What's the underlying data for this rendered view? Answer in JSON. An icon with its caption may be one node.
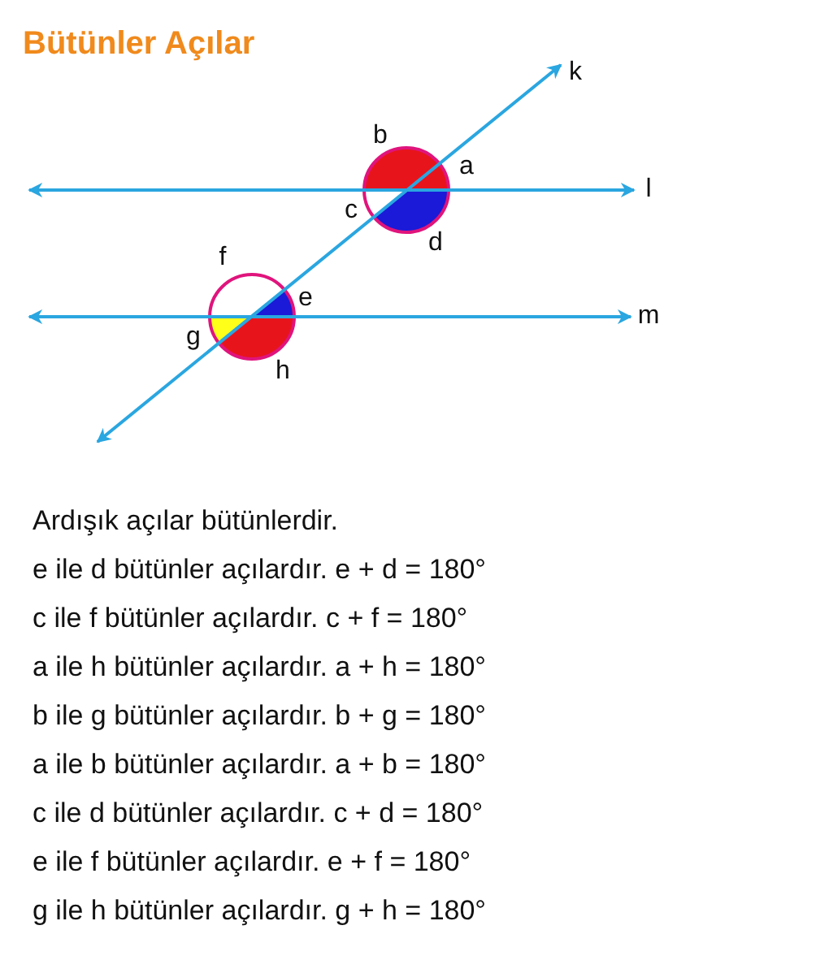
{
  "diagram": {
    "title": "Bütünler Açılar",
    "labels": [
      "k",
      "b",
      "a",
      "l",
      "c",
      "d",
      "f",
      "e",
      "m",
      "g",
      "h",
      "Ardışık açılar bütünlerdir.",
      "e ile d bütünler açılardır. e + d = 180°",
      "c ile f bütünler açılardır. c + f = 180°",
      "a ile h bütünler açılardır. a + h = 180°",
      "b ile g bütünler açılardır. b + g = 180°",
      "a ile b bütünler açılardır. a + b = 180°",
      "c ile d bütünler açılardır. c + d = 180°",
      "e ile f bütünler açılardır. e + f = 180°",
      "g ile h bütünler açılardır. g + h = 180°"
    ]
  }
}
